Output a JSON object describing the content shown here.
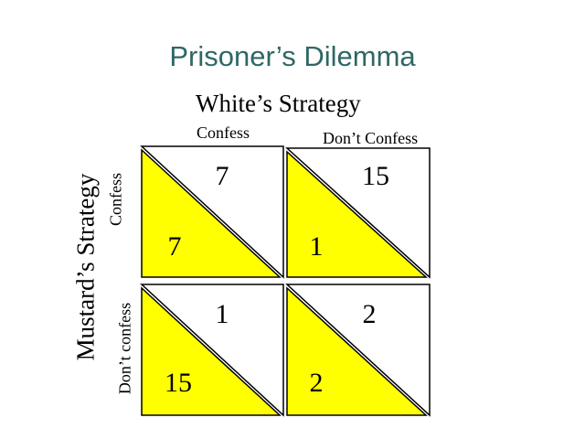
{
  "title": "Prisoner’s Dilemma",
  "col_player": "White’s Strategy",
  "row_player": "Mustard’s  Strategy",
  "col_strategies": [
    "Confess",
    "Don’t Confess"
  ],
  "row_strategies": [
    "Confess",
    "Don’t confess"
  ],
  "colors": {
    "title": "#2f6765",
    "row_payoff_fill": "#ffff00",
    "border": "#000000"
  },
  "payoffs": [
    [
      {
        "row": "7",
        "col": "7"
      },
      {
        "row": "1",
        "col": "15"
      }
    ],
    [
      {
        "row": "15",
        "col": "1"
      },
      {
        "row": "2",
        "col": "2"
      }
    ]
  ]
}
